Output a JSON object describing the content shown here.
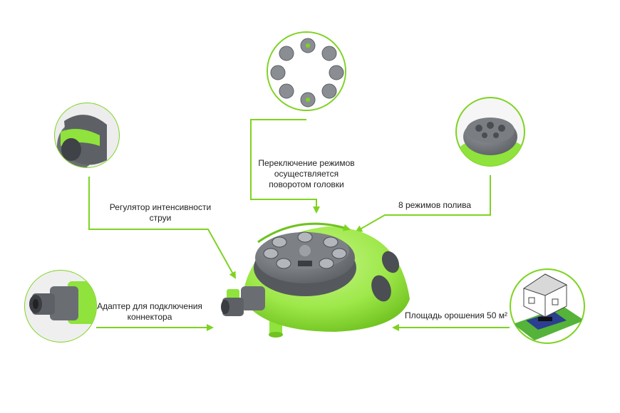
{
  "colors": {
    "accent": "#7ed321",
    "lime": "#9ee84a",
    "grey": "#5f6368",
    "dark": "#3c3c3c"
  },
  "callouts": {
    "regulator": {
      "line1": "Регулятор интенсивности",
      "line2": "струи"
    },
    "switch": {
      "line1": "Переключение режимов",
      "line2": "осуществляется",
      "line3": "поворотом головки"
    },
    "modes": {
      "line1": "8 режимов полива"
    },
    "adapter": {
      "line1": "Адаптер для подключения",
      "line2": "коннектора"
    },
    "area": {
      "line1": "Площадь орошения 50 м²"
    }
  }
}
